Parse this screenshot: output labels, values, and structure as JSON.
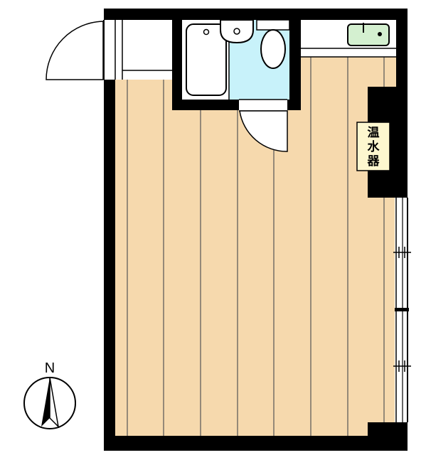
{
  "plan": {
    "water_heater_label_lines": [
      "温",
      "水",
      "器"
    ],
    "compass_letter": "N",
    "colors": {
      "floor": "#f6d9ad",
      "floor_lines": "#555555",
      "wall": "#000000",
      "bathroom": "#c8f2fa",
      "fixture": "#ffffff",
      "sink": "#d4f0d0",
      "label_bg": "#fdf7cf"
    },
    "icons": [
      "door-swing-icon",
      "bathtub-icon",
      "washbasin-icon",
      "toilet-icon",
      "kitchen-sink-icon",
      "compass-icon"
    ]
  }
}
